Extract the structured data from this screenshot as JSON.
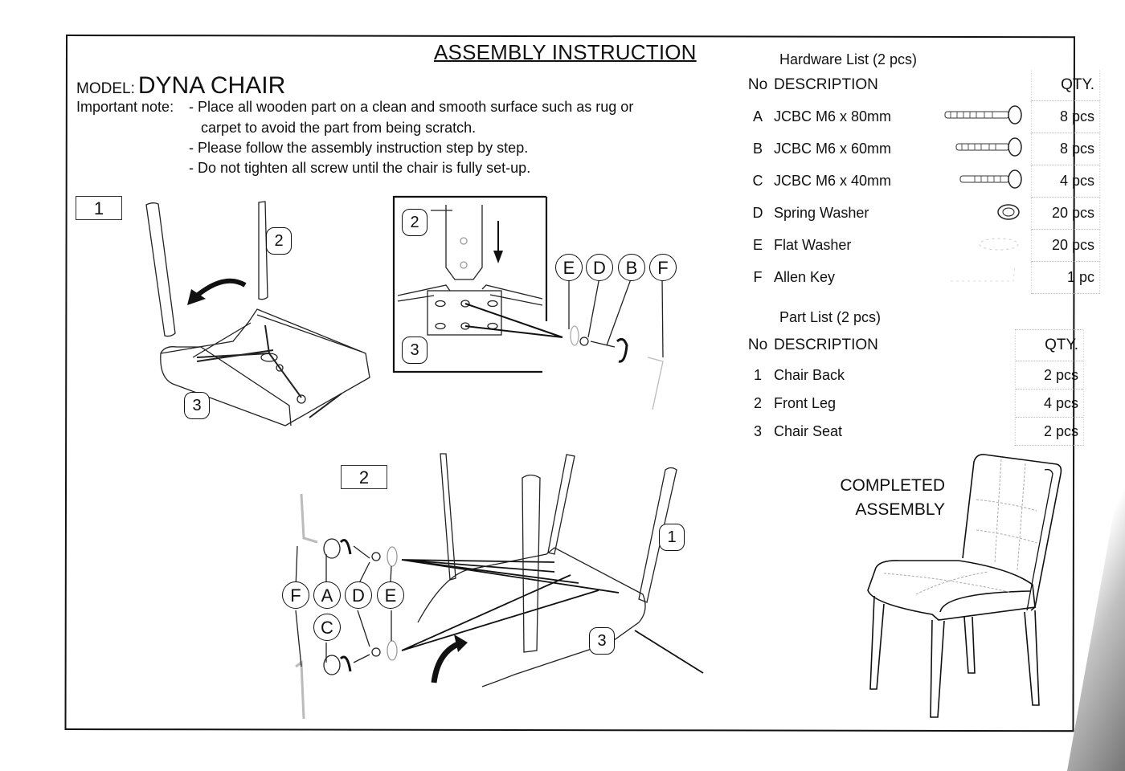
{
  "header": {
    "title": "ASSEMBLY INSTRUCTION",
    "model_label": "MODEL:",
    "model_name": "DYNA CHAIR"
  },
  "important_note": {
    "label": "Important note:",
    "lines": [
      "- Place all wooden part on a clean and smooth surface such as rug or",
      "carpet to avoid the part from being scratch.",
      "- Please follow the assembly instruction step by step.",
      "- Do not tighten all screw until the chair is fully set-up."
    ]
  },
  "steps": [
    {
      "number": "1",
      "part_labels": [
        "2",
        "3"
      ],
      "detail_labels": [
        "2",
        "3"
      ],
      "hardware_labels": [
        "E",
        "D",
        "B",
        "F"
      ]
    },
    {
      "number": "2",
      "part_labels": [
        "1",
        "3"
      ],
      "hardware_labels": [
        "F",
        "A",
        "D",
        "E",
        "C"
      ]
    }
  ],
  "hardware_list": {
    "title": "Hardware List (2 pcs)",
    "headers": {
      "no": "No",
      "description": "DESCRIPTION",
      "qty": "QTY."
    },
    "items": [
      {
        "no": "A",
        "description": "JCBC M6 x 80mm",
        "icon": "bolt-80mm-icon",
        "qty": "8 pcs"
      },
      {
        "no": "B",
        "description": "JCBC M6 x 60mm",
        "icon": "bolt-60mm-icon",
        "qty": "8 pcs"
      },
      {
        "no": "C",
        "description": "JCBC M6 x 40mm",
        "icon": "bolt-40mm-icon",
        "qty": "4 pcs"
      },
      {
        "no": "D",
        "description": "Spring Washer",
        "icon": "spring-washer-icon",
        "qty": "20 pcs"
      },
      {
        "no": "E",
        "description": "Flat Washer",
        "icon": "flat-washer-icon",
        "qty": "20 pcs"
      },
      {
        "no": "F",
        "description": "Allen Key",
        "icon": "allen-key-icon",
        "qty": "1 pc"
      }
    ]
  },
  "part_list": {
    "title": "Part List (2 pcs)",
    "headers": {
      "no": "No",
      "description": "DESCRIPTION",
      "qty": "QTY."
    },
    "items": [
      {
        "no": "1",
        "description": "Chair Back",
        "qty": "2 pcs"
      },
      {
        "no": "2",
        "description": "Front Leg",
        "qty": "4 pcs"
      },
      {
        "no": "3",
        "description": "Chair Seat",
        "qty": "2 pcs"
      }
    ]
  },
  "completed": {
    "line1": "COMPLETED",
    "line2": "ASSEMBLY"
  }
}
